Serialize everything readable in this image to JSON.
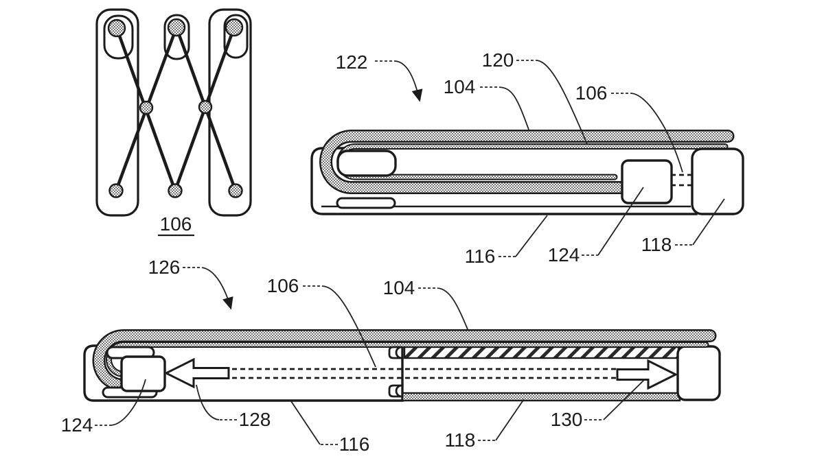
{
  "drawing": {
    "ink_color": "#1b1b1b",
    "background": "#ffffff",
    "scissor_figure": {
      "caption": "106"
    },
    "retracted_figure": {
      "ref_label": "122",
      "display_label": "104",
      "layer_label": "120",
      "mechanism_label": "106",
      "left_housing_label": "116",
      "slider_block_label": "124",
      "right_housing_label": "118"
    },
    "extended_figure": {
      "ref_label": "126",
      "mechanism_label": "106",
      "display_label": "104",
      "slider_block_label": "124",
      "retract_arrow_label": "128",
      "left_housing_label": "116",
      "right_housing_label": "118",
      "extend_arrow_label": "130"
    }
  }
}
